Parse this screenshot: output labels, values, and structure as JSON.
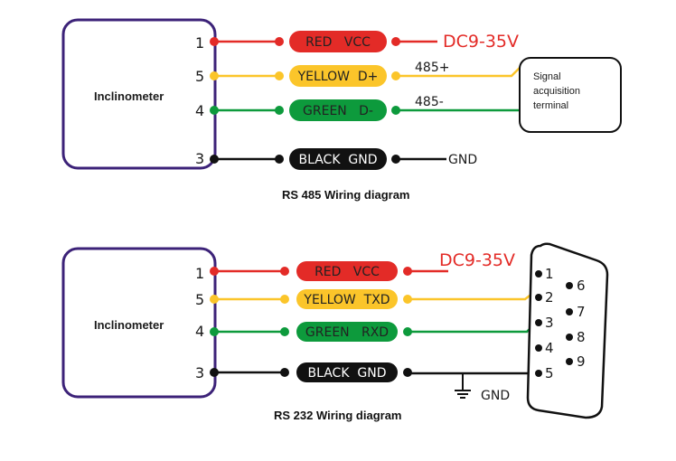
{
  "colors": {
    "red": "#e32b27",
    "yellow": "#fbc52a",
    "green": "#0d9a3c",
    "black": "#111111",
    "device_border": "#3c2278"
  },
  "rs485": {
    "device_label": "Inclinometer",
    "caption": "RS 485 Wiring diagram",
    "supply_label": "DC9-35V",
    "wires": [
      {
        "pin": "1",
        "color": "red",
        "label": "RED   VCC",
        "end_label": ""
      },
      {
        "pin": "5",
        "color": "yellow",
        "label": "YELLOW  D+",
        "end_label": "485+"
      },
      {
        "pin": "4",
        "color": "green",
        "label": "GREEN   D-",
        "end_label": "485-"
      },
      {
        "pin": "3",
        "color": "black",
        "label": "BLACK  GND",
        "end_label": "GND"
      }
    ],
    "terminal": {
      "lines": [
        "Signal",
        "acquisition",
        "terminal"
      ]
    }
  },
  "rs232": {
    "device_label": "Inclinometer",
    "caption": "RS 232 Wiring diagram",
    "supply_label": "DC9-35V",
    "ground_label": "GND",
    "wires": [
      {
        "pin": "1",
        "color": "red",
        "label": "RED   VCC"
      },
      {
        "pin": "5",
        "color": "yellow",
        "label": "YELLOW  TXD"
      },
      {
        "pin": "4",
        "color": "green",
        "label": "GREEN   RXD"
      },
      {
        "pin": "3",
        "color": "black",
        "label": "BLACK  GND"
      }
    ],
    "db9": {
      "left_pins": [
        "1",
        "2",
        "3",
        "4",
        "5"
      ],
      "right_pins": [
        "6",
        "7",
        "8",
        "9"
      ]
    }
  }
}
